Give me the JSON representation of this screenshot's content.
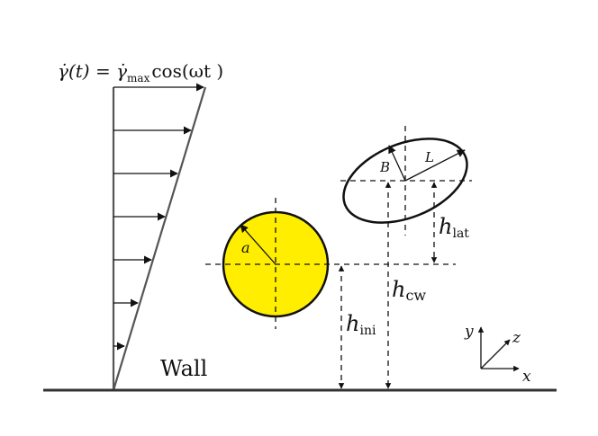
{
  "shear_formula": {
    "lhs": "γ̇(t) = γ̇",
    "subscript": "max",
    "rhs": "cos(ωt )"
  },
  "wall_label": "Wall",
  "sphere_label": "a",
  "ellipse_labels": {
    "major": "L",
    "minor": "B"
  },
  "heights": {
    "ini": {
      "symbol": "h",
      "subscript": "ini"
    },
    "cw": {
      "symbol": "h",
      "subscript": "cw"
    },
    "lat": {
      "symbol": "h",
      "subscript": "lat"
    }
  },
  "axes": {
    "y": "y",
    "z": "z",
    "x": "x"
  },
  "colors": {
    "sphere_fill": "#ffee00",
    "stroke": "#111111",
    "profile": "#555555",
    "wall": "#333333"
  }
}
